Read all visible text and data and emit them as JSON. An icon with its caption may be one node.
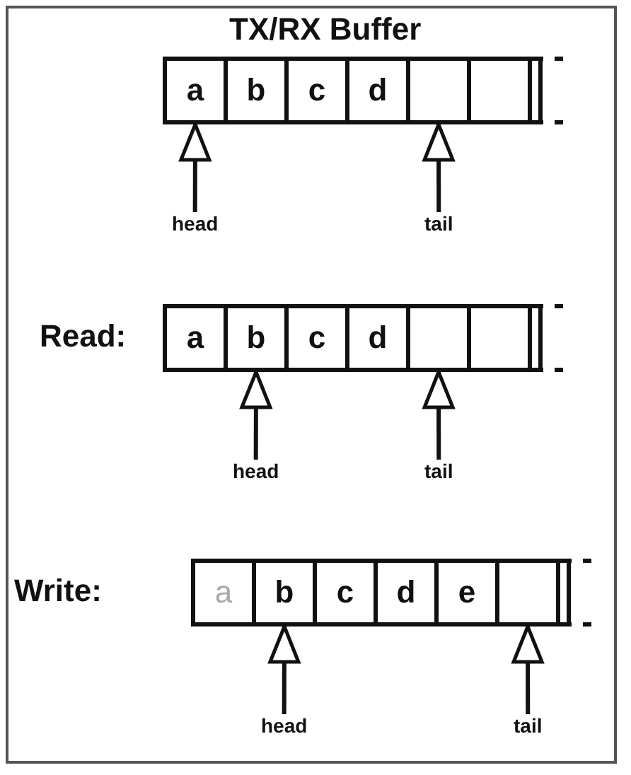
{
  "diagram": {
    "title": "TX/RX Buffer",
    "nodes": [
      {
        "text": [
          "a"
        ]
      },
      {
        "text": [
          "b"
        ]
      },
      {
        "text": [
          "c"
        ]
      },
      {
        "text": [
          "d"
        ]
      },
      {
        "text": [],
        "shape": "box"
      },
      {
        "text": [],
        "shape": "box"
      },
      {
        "text": [
          "head"
        ]
      },
      {
        "text": [
          "tail"
        ]
      },
      {
        "text": [
          "a"
        ]
      },
      {
        "text": [
          "b"
        ]
      },
      {
        "text": [
          "c"
        ]
      },
      {
        "text": [
          "d"
        ]
      },
      {
        "text": [],
        "shape": "box"
      },
      {
        "text": [],
        "shape": "box"
      },
      {
        "text": [
          "head"
        ]
      },
      {
        "text": [
          "tail"
        ]
      },
      {
        "text": [
          "a"
        ]
      },
      {
        "text": [
          "b"
        ]
      },
      {
        "text": [
          "c"
        ]
      },
      {
        "text": [
          "d"
        ]
      },
      {
        "text": [
          "e"
        ]
      },
      {
        "text": [],
        "shape": "box"
      },
      {
        "text": [
          "head"
        ]
      },
      {
        "text": [
          "tail"
        ]
      }
    ],
    "edges": [
      {
        "from": 6,
        "to": 0,
        "arrow": "to"
      },
      {
        "from": 7,
        "to": 4,
        "arrow": "to"
      },
      {
        "from": 14,
        "to": 9,
        "arrow": "to"
      },
      {
        "from": 15,
        "to": 12,
        "arrow": "to"
      },
      {
        "from": 22,
        "to": 17,
        "arrow": "to"
      },
      {
        "from": 23,
        "to": 21,
        "arrow": "to"
      }
    ],
    "labels": [
      "Read:",
      "Write:"
    ]
  }
}
